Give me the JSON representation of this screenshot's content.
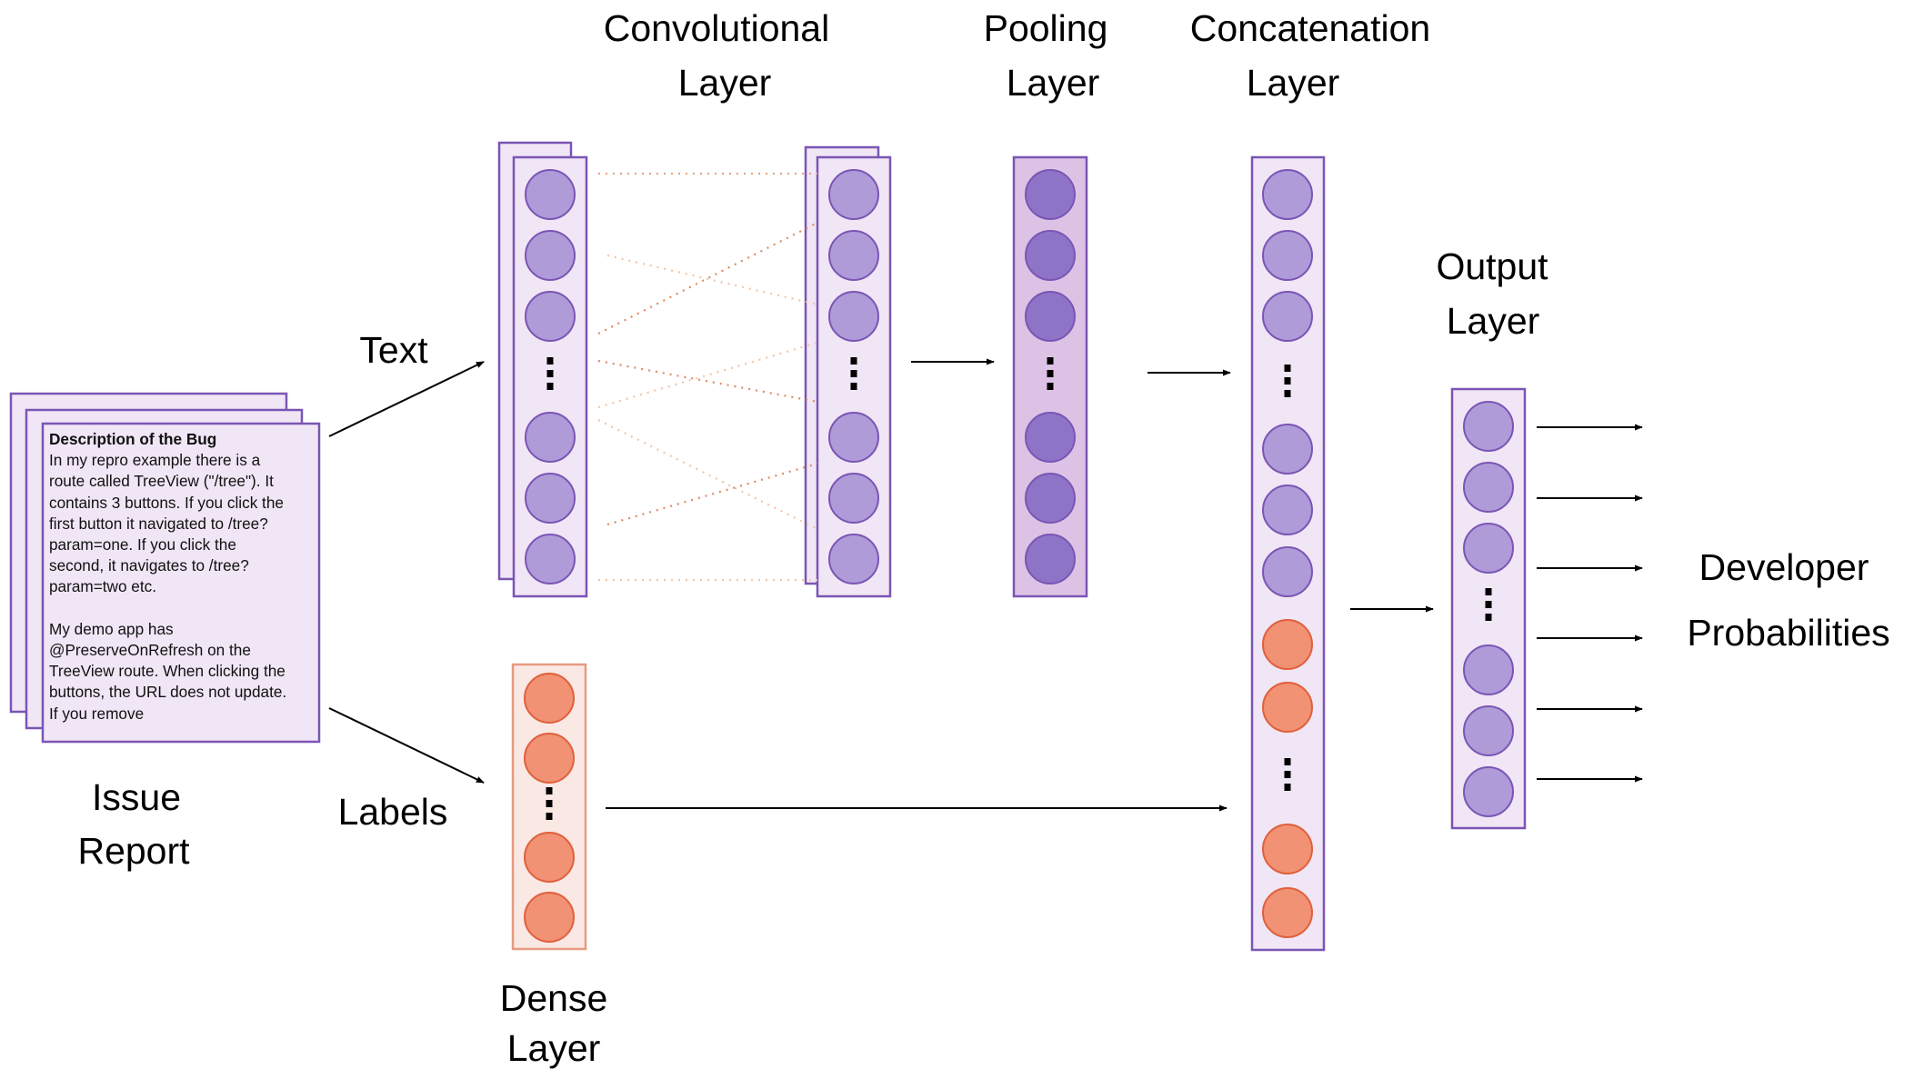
{
  "labels": {
    "conv_line1": "Convolutional",
    "conv_line2": "Layer",
    "pool_line1": "Pooling",
    "pool_line2": "Layer",
    "concat_line1": "Concatenation",
    "concat_line2": "Layer",
    "output_line1": "Output",
    "output_line2": "Layer",
    "text_input": "Text",
    "labels_input": "Labels",
    "issue_line1": "Issue",
    "issue_line2": "Report",
    "dense_line1": "Dense",
    "dense_line2": "Layer",
    "result_line1": "Developer",
    "result_line2": "Probabilities"
  },
  "issue": {
    "title": "Description of the Bug",
    "lines": [
      "In my repro example there is a",
      "route called TreeView (\"/tree\"). It",
      "contains 3 buttons. If you click the",
      "first button it navigated to /tree?",
      "param=one. If you click the",
      "second, it navigates to /tree?",
      "param=two etc.",
      "",
      "My demo app has",
      "@PreserveOnRefresh on the",
      "TreeView route. When clicking the",
      "buttons, the URL does not update.",
      "If you remove"
    ]
  },
  "colors": {
    "purple_border": "#7b55b5",
    "purple_fill": "#f0e6f5",
    "neuron_purple": "#ae9bd8",
    "pool_fill": "#dcc3e5",
    "pool_neuron": "#8e74c6",
    "orange_border": "#e89a80",
    "orange_fill": "#f9e8e3",
    "neuron_orange": "#f09273"
  }
}
